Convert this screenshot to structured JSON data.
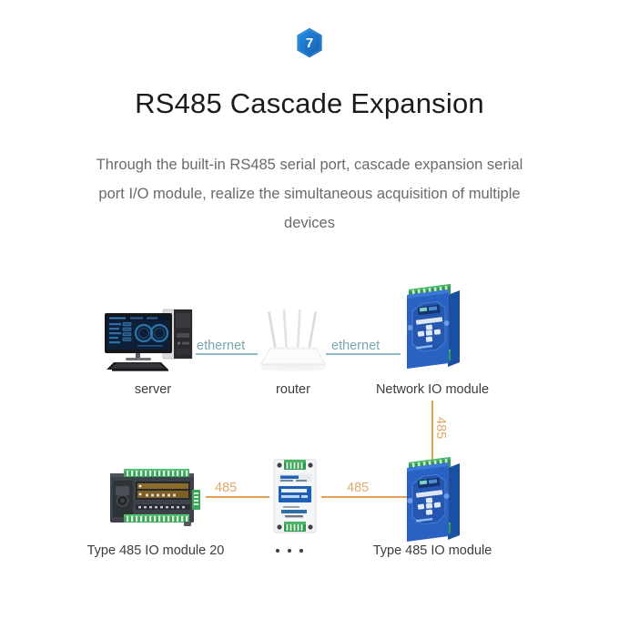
{
  "header": {
    "badge_number": "7",
    "badge_color": "#1a73c8",
    "title": "RS485 Cascade Expansion",
    "description": "Through the built-in RS485 serial port, cascade expansion serial port I/O module, realize the simultaneous acquisition of multiple devices"
  },
  "diagram": {
    "nodes": [
      {
        "id": "server",
        "label": "server",
        "icon": "desktop-computer-icon"
      },
      {
        "id": "router",
        "label": "router",
        "icon": "wifi-router-icon"
      },
      {
        "id": "network-io-module",
        "label": "Network IO module",
        "icon": "blue-din-rail-module-icon"
      },
      {
        "id": "type-485-io-module-20",
        "label": "Type 485 IO module 20",
        "icon": "dark-plc-io-module-icon"
      },
      {
        "id": "serial-converter",
        "label": "",
        "icon": "white-serial-module-icon"
      },
      {
        "id": "type-485-io-module",
        "label": "Type 485 IO module",
        "icon": "blue-din-rail-module-icon"
      }
    ],
    "links": [
      {
        "id": "server-router",
        "label": "ethernet",
        "color": "#7aa6ad",
        "line_color": "#8fb8c4",
        "orientation": "horizontal"
      },
      {
        "id": "router-network-io",
        "label": "ethernet",
        "color": "#7aa6ad",
        "line_color": "#8fb8c4",
        "orientation": "horizontal"
      },
      {
        "id": "network-io-to-485-io",
        "label": "485",
        "color": "#e0a96d",
        "line_color": "#e0a155",
        "orientation": "vertical"
      },
      {
        "id": "io20-to-converter",
        "label": "485",
        "color": "#e0a96d",
        "line_color": "#e0a155",
        "orientation": "horizontal"
      },
      {
        "id": "converter-to-485-io",
        "label": "485",
        "color": "#e0a96d",
        "line_color": "#e0a155",
        "orientation": "horizontal"
      }
    ],
    "ellipsis": "• • •"
  }
}
